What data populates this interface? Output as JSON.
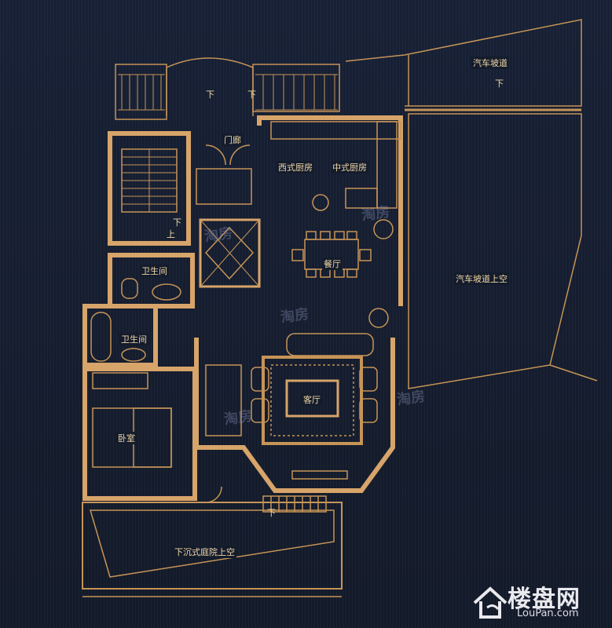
{
  "rooms": {
    "ramp": "汽车坡道",
    "ramp_void": "汽车坡道上空",
    "entry": "门廊",
    "western_kitchen": "西式厨房",
    "chinese_kitchen": "中式厨房",
    "dining": "餐厅",
    "bath_upper": "卫生间",
    "bath_lower": "卫生间",
    "living": "客厅",
    "bedroom": "卧室",
    "sunken_garden_void": "下沉式庭院上空"
  },
  "arrows": {
    "down": "下",
    "up": "上"
  },
  "watermarks": [
    "淘房",
    "淘房",
    "淘房",
    "淘房",
    "淘房"
  ],
  "logo": {
    "cn": "楼盘网",
    "en": "LouPan.com"
  },
  "colors": {
    "background": "#141c2c",
    "wall": "#d7a46a",
    "line": "#c69457",
    "text": "#f0d6a6"
  }
}
